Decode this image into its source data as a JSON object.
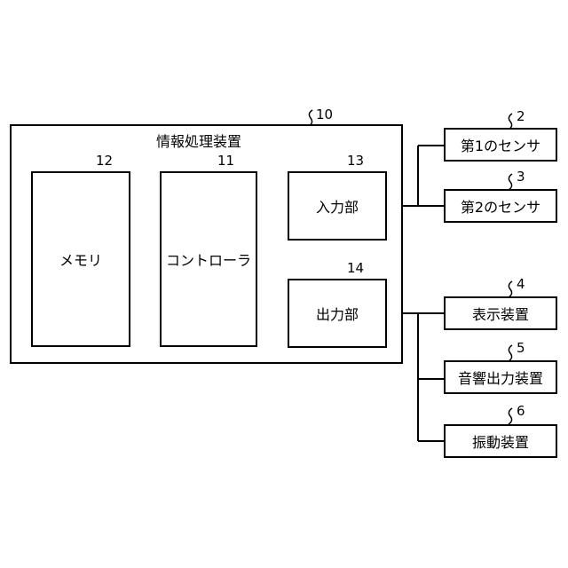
{
  "device": {
    "title": "情報処理装置",
    "ref": "10"
  },
  "memory": {
    "label": "メモリ",
    "ref": "12"
  },
  "controller": {
    "label": "コントローラ",
    "ref": "11"
  },
  "input_unit": {
    "label": "入力部",
    "ref": "13"
  },
  "output_unit": {
    "label": "出力部",
    "ref": "14"
  },
  "sensor1": {
    "label": "第1のセンサ",
    "ref": "2"
  },
  "sensor2": {
    "label": "第2のセンサ",
    "ref": "3"
  },
  "display": {
    "label": "表示装置",
    "ref": "4"
  },
  "audio": {
    "label": "音響出力装置",
    "ref": "5"
  },
  "vibration": {
    "label": "振動装置",
    "ref": "6"
  }
}
